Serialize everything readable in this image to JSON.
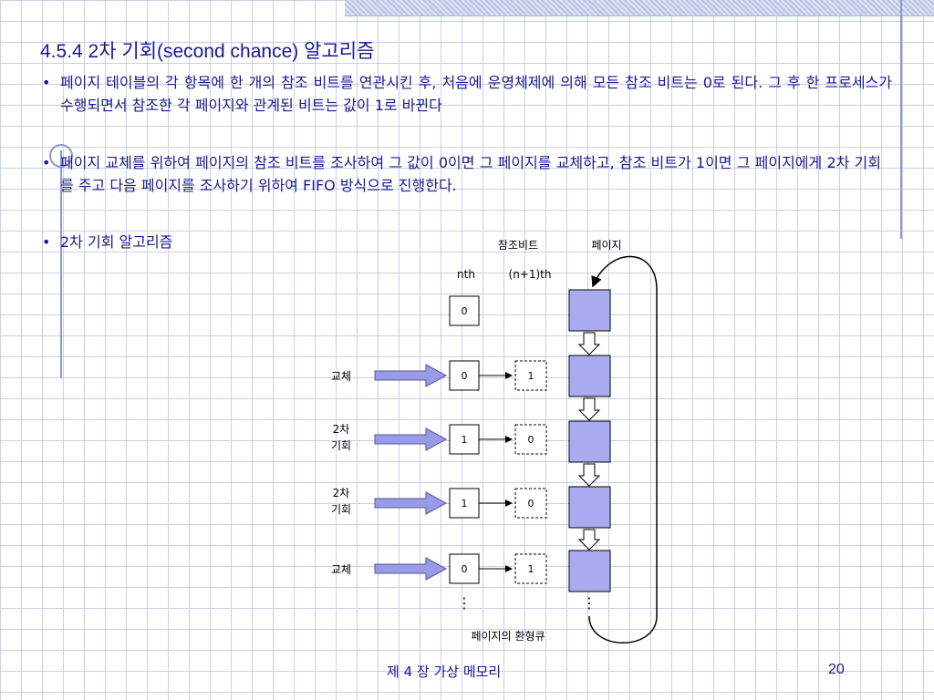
{
  "slide": {
    "title": "4.5.4 2차 기회(second chance) 알고리즘",
    "bullets": [
      "페이지 테이블의 각 항목에 한 개의 참조 비트를 연관시킨 후, 처음에 운영체제에 의해 모든 참조 비트는 0로 된다. 그 후 한 프로세스가 수행되면서 참조한 각 페이지와 관계된 비트는 값이 1로 바뀐다",
      "페이지 교체를 위하여 페이지의 참조 비트를 조사하여 그 값이 0이면 그 페이지를 교체하고, 참조 비트가 1이면 그 페이지에게 2차 기회를 주고 다음 페이지를 조사하기 위하여 FIFO 방식으로 진행한다.",
      "2차 기회 알고리즘"
    ],
    "bullet_symbol": "•"
  },
  "diagram": {
    "header_ref_bits": "참조비트",
    "header_pages": "페이지",
    "col_nth": "nth",
    "col_next": "(n+1)th",
    "top_bit": "0",
    "rows": [
      {
        "label": [
          "교체"
        ],
        "nth": "0",
        "next": "1"
      },
      {
        "label": [
          "2차",
          "기회"
        ],
        "nth": "1",
        "next": "0"
      },
      {
        "label": [
          "2차",
          "기회"
        ],
        "nth": "1",
        "next": "0"
      },
      {
        "label": [
          "교체"
        ],
        "nth": "0",
        "next": "1"
      }
    ],
    "ellipsis": "⋮",
    "caption": "페이지의 환형큐",
    "colors": {
      "page_fill": "#aaaaf0",
      "arrow_fill": "#9a9ae8",
      "stroke": "#000000"
    }
  },
  "footer": {
    "title": "제 4 장 가상 메모리",
    "page_number": "20"
  }
}
